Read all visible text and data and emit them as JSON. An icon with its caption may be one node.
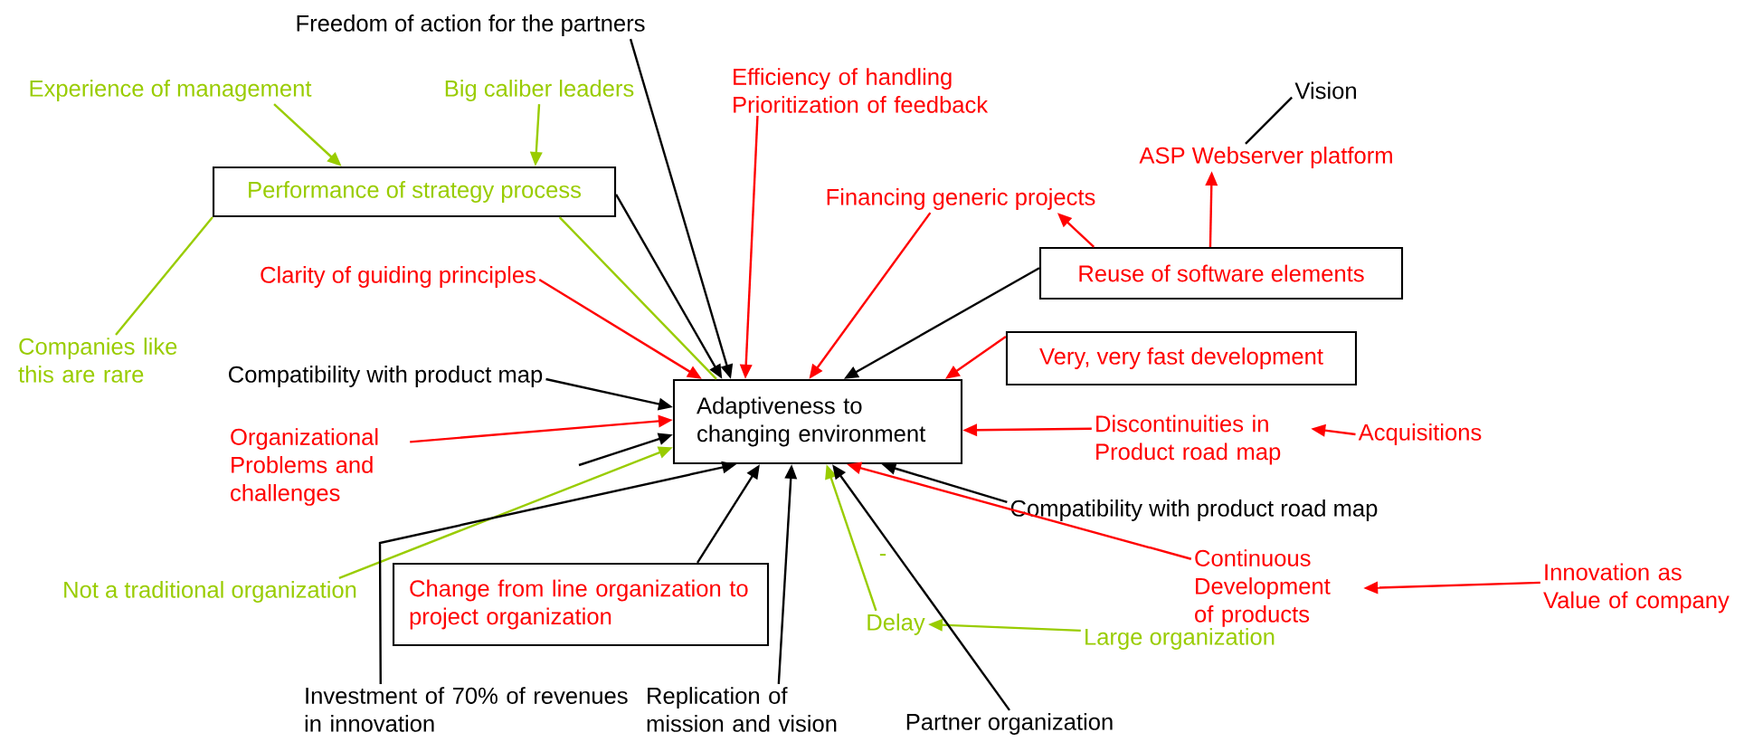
{
  "diagram": {
    "nodes": [
      {
        "text": [
          "Freedom of action for the partners"
        ]
      },
      {
        "text": [
          "Experience of management"
        ]
      },
      {
        "text": [
          "Big caliber leaders"
        ]
      },
      {
        "text": [
          "Performance of strategy process"
        ]
      },
      {
        "text": [
          "Companies like this are rare"
        ]
      },
      {
        "text": [
          "Clarity of guiding principles"
        ]
      },
      {
        "text": [
          "Efficiency of handling Prioritization of feedback"
        ]
      },
      {
        "text": [
          "Financing generic projects"
        ]
      },
      {
        "text": [
          "Vision"
        ]
      },
      {
        "text": [
          "ASP Webserver platform"
        ]
      },
      {
        "text": [
          "Reuse of software elements"
        ]
      },
      {
        "text": [
          "Very, very fast development"
        ]
      },
      {
        "text": [
          "Adaptiveness to changing environment"
        ]
      },
      {
        "text": [
          "Compatibility with product map"
        ]
      },
      {
        "text": [
          "Organizational Problems and challenges"
        ]
      },
      {
        "text": [
          "Not a traditional organization"
        ]
      },
      {
        "text": [
          "Change from line organization to project organization"
        ]
      },
      {
        "text": [
          "Investment of 70% of revenues in innovation"
        ]
      },
      {
        "text": [
          "Replication of mission and vision"
        ]
      },
      {
        "text": [
          "Discontinuities in Product road map"
        ]
      },
      {
        "text": [
          "Acquisitions"
        ]
      },
      {
        "text": [
          "Compatibility with product road map"
        ]
      },
      {
        "text": [
          "Continuous Development of products"
        ]
      },
      {
        "text": [
          "Innovation as Value of company"
        ]
      },
      {
        "text": [
          "Delay"
        ]
      },
      {
        "text": [
          "Large organization"
        ]
      },
      {
        "text": [
          "Partner organization"
        ]
      }
    ],
    "edges": [
      {
        "from": 0,
        "to": 12,
        "arrow": "to",
        "color": "#000000"
      },
      {
        "from": 1,
        "to": 3,
        "arrow": "to",
        "color": "#99cc00"
      },
      {
        "from": 2,
        "to": 3,
        "arrow": "to",
        "color": "#99cc00"
      },
      {
        "from": 3,
        "to": 12,
        "arrow": "to",
        "color": "#000000"
      },
      {
        "from": 3,
        "to": 12,
        "arrow": "none",
        "color": "#99cc00"
      },
      {
        "from": 4,
        "to": 3,
        "arrow": "none",
        "color": "#99cc00"
      },
      {
        "from": 5,
        "to": 12,
        "arrow": "to",
        "color": "#ff0000"
      },
      {
        "from": 6,
        "to": 12,
        "arrow": "to",
        "color": "#ff0000"
      },
      {
        "from": 7,
        "to": 12,
        "arrow": "to",
        "color": "#ff0000"
      },
      {
        "from": 10,
        "to": 12,
        "arrow": "to",
        "color": "#000000"
      },
      {
        "from": 10,
        "to": 7,
        "arrow": "to",
        "color": "#ff0000"
      },
      {
        "from": 10,
        "to": 9,
        "arrow": "to",
        "color": "#ff0000"
      },
      {
        "from": 8,
        "to": 9,
        "arrow": "none",
        "color": "#000000"
      },
      {
        "from": 11,
        "to": 12,
        "arrow": "to",
        "color": "#ff0000"
      },
      {
        "from": 13,
        "to": 12,
        "arrow": "to",
        "color": "#000000"
      },
      {
        "from": 14,
        "to": 12,
        "arrow": "to",
        "color": "#ff0000"
      },
      {
        "from": null,
        "to": 12,
        "arrow": "to",
        "color": "#000000"
      },
      {
        "from": 15,
        "to": 12,
        "arrow": "to",
        "color": "#99cc00"
      },
      {
        "from": 17,
        "to": 12,
        "arrow": "to",
        "color": "#000000"
      },
      {
        "from": 16,
        "to": 12,
        "arrow": "to",
        "color": "#000000"
      },
      {
        "from": 18,
        "to": 12,
        "arrow": "to",
        "color": "#000000"
      },
      {
        "from": 24,
        "to": 12,
        "arrow": "to",
        "color": "#99cc00"
      },
      {
        "from": 25,
        "to": 24,
        "arrow": "to",
        "color": "#99cc00"
      },
      {
        "from": 26,
        "to": 12,
        "arrow": "to",
        "color": "#000000"
      },
      {
        "from": 22,
        "to": 12,
        "arrow": "to",
        "color": "#ff0000"
      },
      {
        "from": 21,
        "to": 12,
        "arrow": "to",
        "color": "#000000"
      },
      {
        "from": 19,
        "to": 12,
        "arrow": "to",
        "color": "#ff0000"
      },
      {
        "from": 20,
        "to": 19,
        "arrow": "to",
        "color": "#ff0000"
      },
      {
        "from": 23,
        "to": 22,
        "arrow": "to",
        "color": "#ff0000"
      }
    ],
    "labels": [
      "-"
    ]
  }
}
